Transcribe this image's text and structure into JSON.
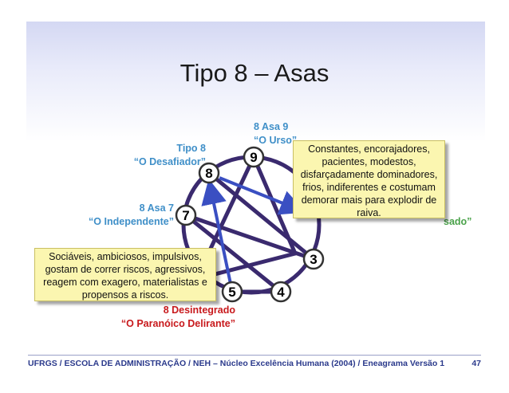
{
  "title": "Tipo 8 – Asas",
  "labels": {
    "tipo8_line1": "Tipo 8",
    "tipo8_line2": "“O Desafiador”",
    "asa9_line1": "8 Asa 9",
    "asa9_line2": "“O Urso”",
    "asa7_line1": "8 Asa 7",
    "asa7_line2": "“O Independente”",
    "integrado_suffix": "sado”",
    "desintegrado_line1": "8 Desintegrado",
    "desintegrado_line2": "“O Paranóico Delirante”"
  },
  "nodes": [
    "9",
    "8",
    "7",
    "5",
    "4",
    "3"
  ],
  "callouts": {
    "asa9": "Constantes, encorajadores, pacientes, modestos, disfarçadamente dominadores, frios, indiferentes e costumam demorar mais para explodir de raiva.",
    "asa7": "Sociáveis, ambiciosos, impulsivos, gostam de correr riscos, agressivos, reagem com exagero, materialistas e propensos a riscos."
  },
  "footer": {
    "text": "UFRGS / ESCOLA DE ADMINISTRAÇÃO / NEH – Núcleo Excelência Humana (2004) / Eneagrama Versão 1",
    "page": "47"
  },
  "colors": {
    "line": "#3a2a6e",
    "arrow": "#3a4fc2",
    "label_blue": "#3f8fc8",
    "label_red": "#c8191c",
    "label_green": "#4aa24a",
    "callout_bg": "#fbf6b0"
  }
}
